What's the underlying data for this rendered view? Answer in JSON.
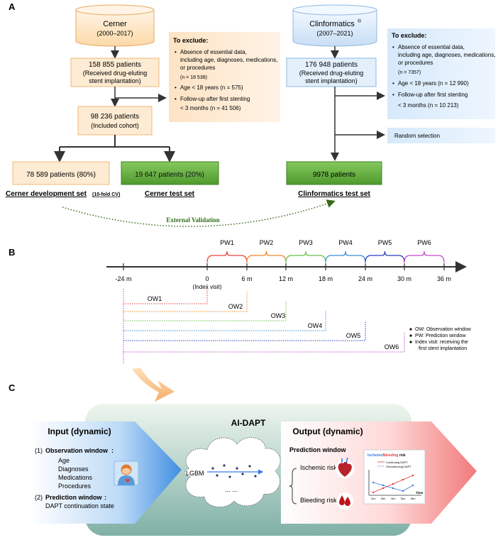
{
  "panel_a": {
    "label": "A",
    "cerner": {
      "name": "Cerner",
      "years": "(2000–2017)"
    },
    "clinformatics": {
      "name": "Clinformatics",
      "sup": "®",
      "years": "(2007–2021)"
    },
    "cerner_initial": {
      "line1": "158 855 patients",
      "line2": "(Received drug-eluting",
      "line3": "stent implantation)"
    },
    "cerner_exclude": {
      "title": "To exclude:",
      "b1a": "Absence of essential data,",
      "b1b": "including age, diagnoses, medications,",
      "b1c": "or procedures",
      "b1n": "(n = 18 538)",
      "b2": "Age < 18 years (n = 575)",
      "b3a": "Follow-up after first stenting",
      "b3b": "< 3 months (n = 41 506)"
    },
    "cerner_cohort": {
      "line1": "98 236 patients",
      "line2": "(Included cohort)"
    },
    "cerner_dev": "78 589 patients (80%)",
    "cerner_test": "19 647 patients (20%)",
    "cerner_dev_label": "Cerner development set",
    "cerner_dev_label_small": "(10-fold CV)",
    "cerner_test_label": "Cerner test set",
    "clin_initial": {
      "line1": "176 948 patients",
      "line2": "(Received drug-eluting",
      "line3": "stent implantation)"
    },
    "clin_exclude": {
      "title": "To exclude:",
      "b1a": "Absence of essential data,",
      "b1b": "including age, diagnoses, medications,",
      "b1c": "or procedures",
      "b1n": "(n = 7357)",
      "b2": "Age < 18 years (n = 12 990)",
      "b3a": "Follow-up after first stenting",
      "b3b": "< 3 months (n = 10 213)"
    },
    "random": "Random selection",
    "clin_test": "9978 patients",
    "clin_test_label": "Clinformatics test set",
    "external": "External Validation",
    "colors": {
      "orange_fill": "#fde7cc",
      "orange_border": "#f0b87a",
      "blue_fill": "#ddeefc",
      "blue_border": "#8fb8e0",
      "green": "#5fae3c",
      "dotted_green": "#3a6b1a"
    }
  },
  "panel_b": {
    "label": "B",
    "pw": [
      "PW1",
      "PW2",
      "PW3",
      "PW4",
      "PW5",
      "PW6"
    ],
    "ticks": [
      "-24 m",
      "0",
      "6 m",
      "12 m",
      "18 m",
      "24 m",
      "30 m",
      "36 m"
    ],
    "index_visit": "(Index visit)",
    "ow": [
      "OW1",
      "OW2",
      "OW3",
      "OW4",
      "OW5",
      "OW6"
    ],
    "legend": {
      "l1": "OW: Observation window",
      "l2": "PW: Prediction window",
      "l3a": "Index visit: receiving the",
      "l3b": "first stent implantation"
    },
    "colors": [
      "#e8443a",
      "#f08a24",
      "#6cc04a",
      "#3a8fd8",
      "#2a3fc0",
      "#c24bd0"
    ]
  },
  "panel_c": {
    "label": "C",
    "title": "AI-DAPT",
    "input_title": "Input (dynamic)",
    "item1_num": "(1)",
    "item1": "Observation window",
    "obs_items": [
      "Age",
      "Diagnoses",
      "Medications",
      "Procedures"
    ],
    "item2_num": "(2)",
    "item2": "Prediction window",
    "item2_sub": "DAPT continuation state",
    "lgbm": "LGBM",
    "ellipsis": "... ...",
    "output_title": "Output (dynamic)",
    "pred_window": "Prediction window",
    "ischemic": "Ischemic risk",
    "bleeding": "Bleeding risk",
    "chart_title_a": "Ischemic",
    "chart_title_b": "/",
    "chart_title_c": "bleeding",
    "chart_title_d": " risk",
    "chart_legend": [
      "Continuing DAPT",
      "Discontinuing DAPT"
    ],
    "chart_xaxis": "Time",
    "chart_ticks": [
      "12m",
      "18m",
      "24m",
      "30m",
      "36m"
    ]
  }
}
